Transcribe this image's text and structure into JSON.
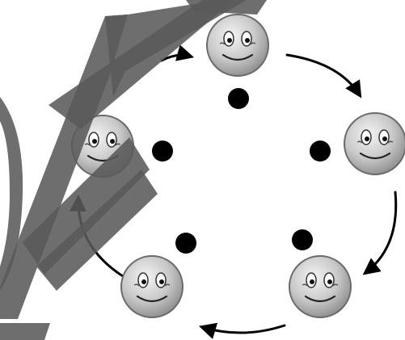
{
  "diagram": {
    "description_visible_text": "",
    "face_count": 5,
    "dot_count": 5,
    "arrow_direction": "clockwise",
    "colors": {
      "background": "#ffffff",
      "face_light": "#efefef",
      "face_dark": "#8c8c8c",
      "face_outline": "#6a6a6a",
      "arrow": "#000000",
      "dot": "#000000",
      "watermark": "#5a5a5a"
    },
    "watermark_glyphs": [
      "A",
      "Q"
    ]
  }
}
